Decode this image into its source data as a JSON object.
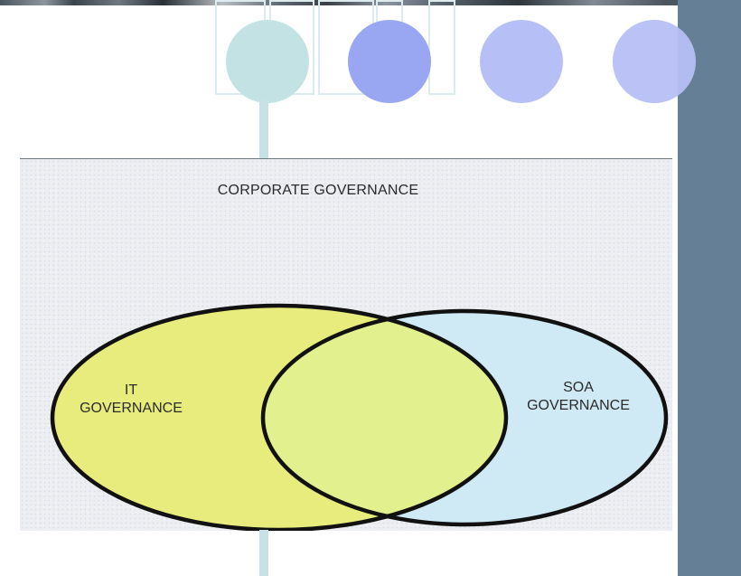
{
  "diagram": {
    "title": "CORPORATE GOVERNANCE",
    "sets": [
      {
        "id": "it",
        "line1": "IT",
        "line2": "GOVERNANCE",
        "color": "#e8ec7c"
      },
      {
        "id": "soa",
        "line1": "SOA",
        "line2": "GOVERNANCE",
        "color": "#cfeaf5"
      }
    ],
    "overlap_color": "#e2f08e",
    "background_color": "#eceef1"
  },
  "decorations": {
    "circle_colors": [
      "#c2e2e4",
      "#99a6f2",
      "#b7c0f6",
      "#b7c0f6"
    ],
    "side_panel_color": "#657f96",
    "connector_color": "#c6e2e6"
  }
}
